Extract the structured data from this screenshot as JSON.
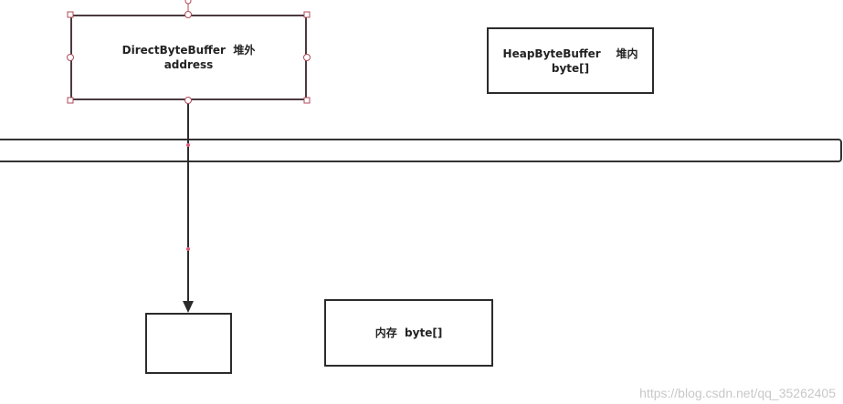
{
  "nodes": {
    "direct_buffer": {
      "line1": "DirectByteBuffer  堆外",
      "line2": "address"
    },
    "heap_buffer": {
      "line1": "HeapByteBuffer    堆内",
      "line2": "byte[]"
    },
    "memory": {
      "line1": "内存  byte[]"
    },
    "target_block": {}
  },
  "colors": {
    "stroke": "#2b2b2b",
    "selection_handle": "#b04a5a"
  },
  "watermark": "https://blog.csdn.net/qq_35262405"
}
